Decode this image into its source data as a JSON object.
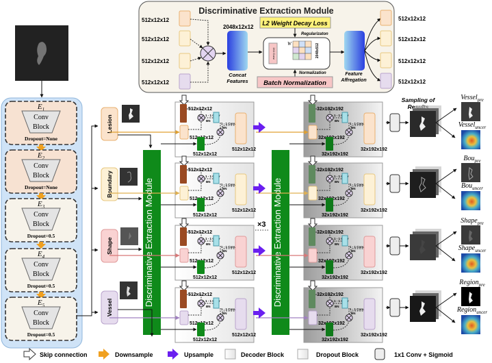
{
  "dem_top": {
    "title": "Discriminative Extraction Module",
    "inputs": [
      "512x12x12",
      "512x12x12",
      "512x12x12",
      "512x12x12"
    ],
    "concat_dim": "2048x12x12",
    "concat_label": [
      "Concat",
      "Features"
    ],
    "l2_loss": "L2 Weight Decay Loss",
    "regularization": "Regularizaton",
    "conv_label": "1X1 Conv",
    "w_label": "W",
    "w_dim": "2048x512",
    "normalization": "Normalization",
    "batch_norm": "Batch Normalization",
    "aggregation_label": [
      "Feature",
      "Affregation"
    ],
    "colors": {
      "l2": "#fff27a",
      "bn": "#f7c6c6",
      "bg": "#f7f3ea"
    }
  },
  "encoder": {
    "blocks": [
      {
        "name": "E",
        "sub": "1",
        "line1": "Conv",
        "line2": "Block",
        "dropout": "Dropout=None"
      },
      {
        "name": "E",
        "sub": "2",
        "line1": "Conv",
        "line2": "Block",
        "dropout": "Dropout=None"
      },
      {
        "name": "E",
        "sub": "3",
        "line1": "Conv",
        "line2": "Block",
        "dropout": "Dropout=0.5"
      },
      {
        "name": "E",
        "sub": "4",
        "line1": "Conv",
        "line2": "Block",
        "dropout": "Dropout=0.5"
      },
      {
        "name": "E",
        "sub": "5",
        "line1": "Conv",
        "line2": "Block",
        "dropout": "Dropout=0.5"
      }
    ]
  },
  "branches": [
    {
      "label": "Lesion",
      "color": "#fbe3cc",
      "border": "#e8b070",
      "arrow": "#e0a030"
    },
    {
      "label": "Boundary",
      "color": "#fdf1d6",
      "border": "#e8c880",
      "arrow": "#e0b050"
    },
    {
      "label": "Shape",
      "color": "#f9d2d2",
      "border": "#e09a9a",
      "arrow": "#d87878"
    },
    {
      "label": "Vessel",
      "color": "#e6dcee",
      "border": "#b9a4cc",
      "arrow": "#a080c0"
    }
  ],
  "dem_vertical_label": "Discriminative Extraction Module",
  "decoder1": {
    "dim": "512x12x12",
    "conv_label": "1 - 1 Conv",
    "bn_label": "BN"
  },
  "decoder2": {
    "dim": "32x192x192",
    "conv_label": "1 - 1 Conv",
    "bn_label": "BN"
  },
  "repeat_label": "×3",
  "sampling": {
    "title": [
      "Sampling of",
      "Results"
    ]
  },
  "outputs": [
    {
      "pre": "Vessel",
      "pre_sub": "pre",
      "unc": "Vessel",
      "unc_sub": "uncer"
    },
    {
      "pre": "Bou",
      "pre_sub": "pre",
      "unc": "Bou",
      "unc_sub": "uncer"
    },
    {
      "pre": "Shape",
      "pre_sub": "pre",
      "unc": "Shape",
      "unc_sub": "uncer"
    },
    {
      "pre": "Region",
      "pre_sub": "pre",
      "unc": "Region",
      "unc_sub": "uncer"
    }
  ],
  "legend": {
    "skip": "Skip connection",
    "down": "Downsample",
    "up": "Upsample",
    "decoder": "Decoder Block",
    "dropout": "Dropout  Block",
    "conv": "1x1 Conv + Sigmoid"
  }
}
